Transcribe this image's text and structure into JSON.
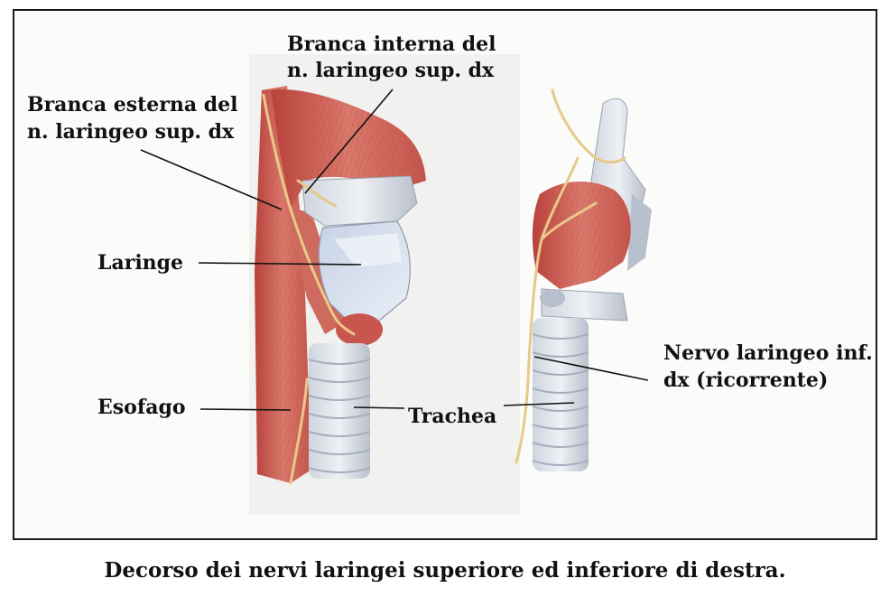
{
  "labels": {
    "branca_interna_line1": "Branca interna del",
    "branca_interna_line2": "n. laringeo sup. dx",
    "branca_esterna_line1": "Branca esterna del",
    "branca_esterna_line2": "n. laringeo sup. dx",
    "laringe": "Laringe",
    "esofago": "Esofago",
    "trachea": "Trachea",
    "nervo_line1": "Nervo laringeo inf.",
    "nervo_line2": "dx (ricorrente)"
  },
  "caption": "Decorso dei nervi laringei superiore ed inferiore di destra.",
  "colors": {
    "muscle": "#c9564e",
    "muscle_dark": "#a63d37",
    "cartilage": "#dfe3ea",
    "cartilage_shadow": "#b8bfcc",
    "nerve": "#e8c98a",
    "leader": "#111111"
  }
}
